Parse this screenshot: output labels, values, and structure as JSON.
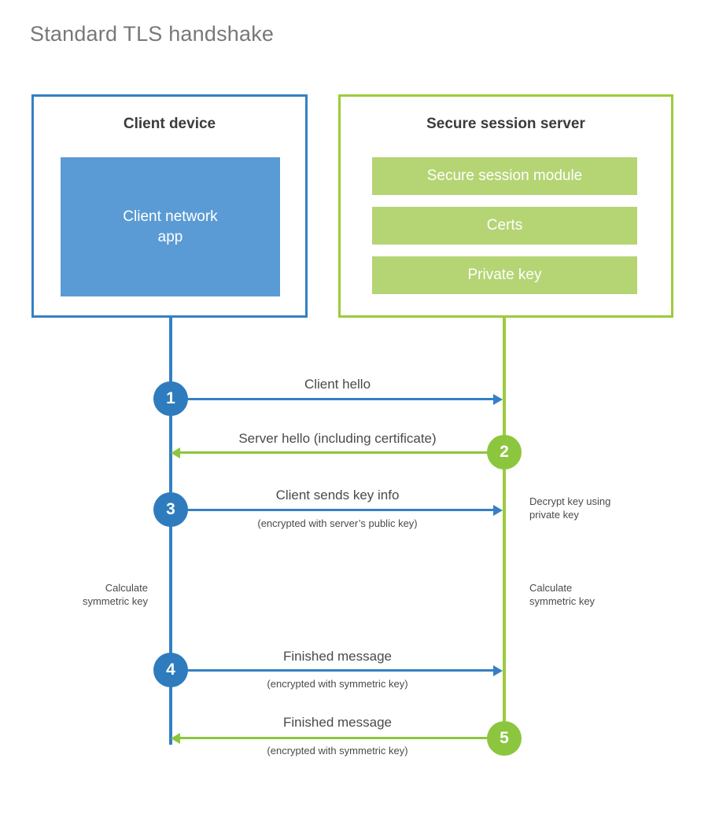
{
  "title": "Standard TLS handshake",
  "colors": {
    "client_border": "#3480c4",
    "client_fill": "#5b9bd5",
    "server_border": "#9ccb3b",
    "server_fill": "#b5d474",
    "step_blue": "#2e7cbd",
    "step_green": "#8cc63e",
    "text": "#4a4a4c",
    "title_text": "#77787b"
  },
  "client": {
    "title": "Client device",
    "app_label": "Client network\napp",
    "app_label_line1": "Client network",
    "app_label_line2": "app"
  },
  "server": {
    "title": "Secure session server",
    "bars": [
      {
        "label": "Secure session module"
      },
      {
        "label": "Certs"
      },
      {
        "label": "Private key"
      }
    ]
  },
  "steps": [
    {
      "number": "1",
      "direction": "client-to-server",
      "color": "blue",
      "label": "Client hello",
      "sublabel": ""
    },
    {
      "number": "2",
      "direction": "server-to-client",
      "color": "green",
      "label": "Server hello (including certificate)",
      "sublabel": ""
    },
    {
      "number": "3",
      "direction": "client-to-server",
      "color": "blue",
      "label": "Client sends key info",
      "sublabel": "(encrypted with server’s public key)"
    },
    {
      "number": "4",
      "direction": "client-to-server",
      "color": "blue",
      "label": "Finished message",
      "sublabel": "(encrypted with symmetric key)"
    },
    {
      "number": "5",
      "direction": "server-to-client",
      "color": "green",
      "label": "Finished message",
      "sublabel": "(encrypted with symmetric key)"
    }
  ],
  "notes": {
    "decrypt_key": "Decrypt key using\nprivate key",
    "decrypt_key_line1": "Decrypt key using",
    "decrypt_key_line2": "private key",
    "calc_key_client_line1": "Calculate",
    "calc_key_client_line2": "symmetric key",
    "calc_key_server_line1": "Calculate",
    "calc_key_server_line2": "symmetric key"
  }
}
